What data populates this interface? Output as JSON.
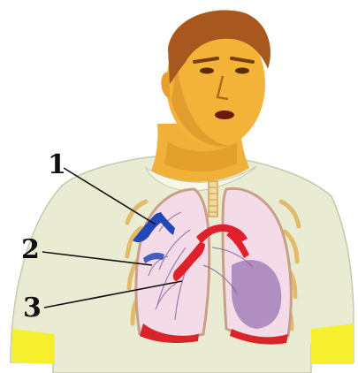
{
  "figure": {
    "subject": "lungs-illustration",
    "callouts": [
      {
        "label": "1"
      },
      {
        "label": "2"
      },
      {
        "label": "3"
      }
    ],
    "colors": {
      "skin": "#f2b338",
      "skin_shade": "#d18a1f",
      "hair": "#a8581e",
      "shirt": "#e9ecd2",
      "sleeve": "#f5ef2e",
      "lung_outline": "#c8a08a",
      "lung_fill": "#f3dbe7",
      "lung_shade": "#a07bb8",
      "aorta": "#e0202a",
      "vein": "#2548b8",
      "rib": "#e0b25a",
      "callout_line": "#111111"
    }
  }
}
